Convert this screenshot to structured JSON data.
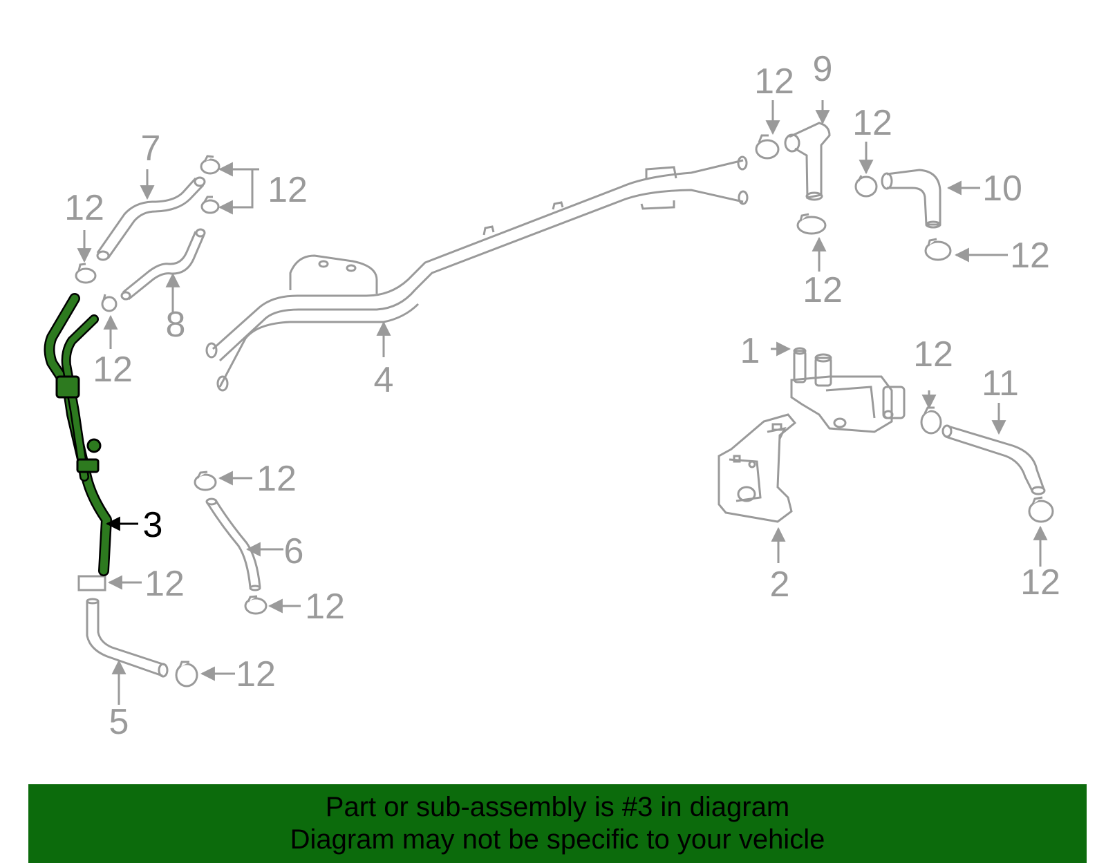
{
  "colors": {
    "part_gray": "#9a9a9a",
    "highlight_green": "#2d7a1f",
    "highlight_outline": "#000000",
    "banner_bg": "#0c6b0c"
  },
  "callouts": {
    "c1": "1",
    "c2": "2",
    "c3": "3",
    "c4": "4",
    "c5": "5",
    "c6": "6",
    "c7": "7",
    "c8": "8",
    "c9": "9",
    "c10": "10",
    "c11": "11",
    "clamp": "12"
  },
  "highlighted_part": "3",
  "banner": {
    "line1": "Part or sub-assembly is #3 in diagram",
    "line2": "Diagram may not be specific to your vehicle"
  }
}
